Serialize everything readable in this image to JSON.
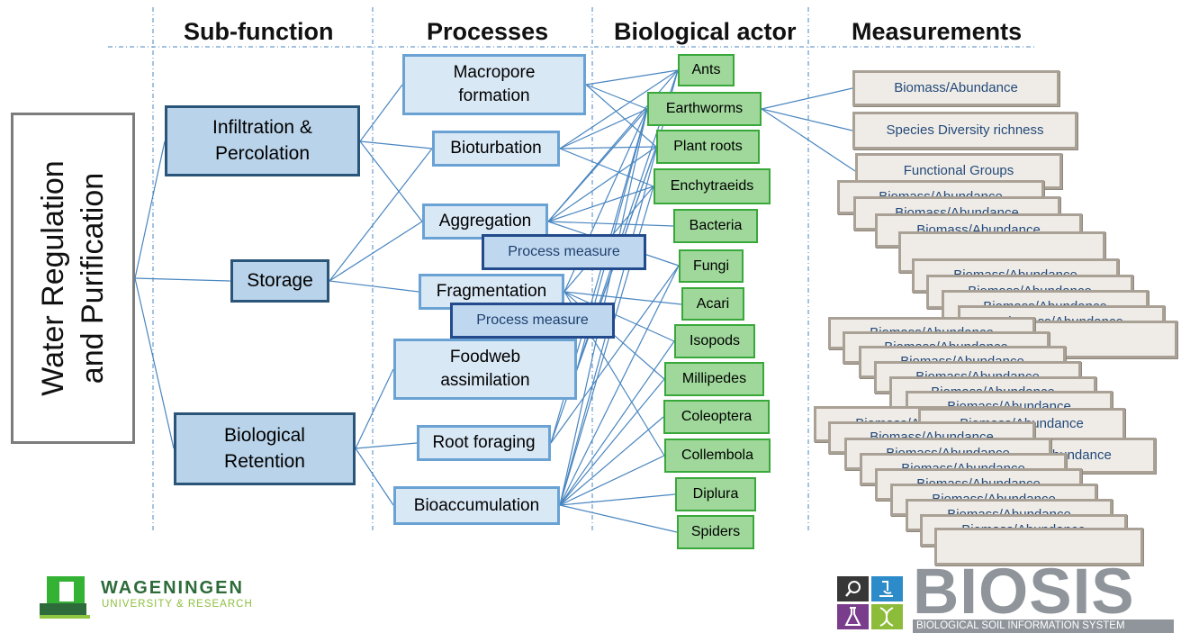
{
  "root_function": {
    "line1": "Water Regulation",
    "line2": "and Purification"
  },
  "headers": {
    "subfunction": "Sub-function",
    "processes": "Processes",
    "actor": "Biological actor",
    "measurements": "Measurements"
  },
  "subfunctions": [
    {
      "line1": "Infiltration &",
      "line2": "Percolation"
    },
    {
      "line1": "Storage",
      "line2": ""
    },
    {
      "line1": "Biological",
      "line2": "Retention"
    }
  ],
  "processes": [
    {
      "line1": "Macropore",
      "line2": "formation"
    },
    {
      "line1": "Bioturbation",
      "line2": ""
    },
    {
      "line1": "Aggregation",
      "line2": ""
    },
    {
      "line1": "Fragmentation",
      "line2": ""
    },
    {
      "line1": "Foodweb",
      "line2": "assimilation"
    },
    {
      "line1": "Root foraging",
      "line2": ""
    },
    {
      "line1": "Bioaccumulation",
      "line2": ""
    }
  ],
  "process_measures": [
    "Process measure",
    "Process measure"
  ],
  "actors": [
    "Ants",
    "Earthworms",
    "Plant roots",
    "Enchytraeids",
    "Bacteria",
    "Fungi",
    "Acari",
    "Isopods",
    "Millipedes",
    "Coleoptera",
    "Collembola",
    "Diplura",
    "Spiders"
  ],
  "measurements": [
    "Biomass/Abundance",
    "Species Diversity richness",
    "Functional Groups"
  ],
  "stacked_measurements": [
    "Biomass/Abundance",
    "Biomass/Abundance",
    "Biomass/Abundance",
    "",
    "Biomass/Abundance",
    "Biomass/Abundance",
    "Biomass/Abundance",
    "Biomass/Abundance",
    "",
    "Biomass/Abundance",
    "Biomass/Abundance",
    "Biomass/Abundance",
    "Biomass/Abundance",
    "Biomass/Abundance",
    "Biomass/Abundance",
    "Biomass/Abundance",
    "Biomass/Abundance",
    "Biomass/Abundance",
    "Biomass/Abundance",
    "Biomass/Abundance",
    "Biomass/Abundance",
    "Biomass/Abundance",
    "Biomass/Abundance",
    "Biomass/Abundance",
    "Biomass/Abundance",
    ""
  ],
  "logos": {
    "wur_name": "WAGENINGEN",
    "wur_tagline": "UNIVERSITY & RESEARCH",
    "biosis_name": "BIOSIS",
    "biosis_tagline": "BIOLOGICAL SOIL INFORMATION SYSTEM"
  },
  "colors": {
    "subfunction_fill": "#b9d3ea",
    "subfunction_border": "#2a5578",
    "process_fill": "#d9e8f5",
    "process_border": "#6aa2d4",
    "actor_fill": "#9fd89a",
    "actor_border": "#39a83a",
    "measurement_fill": "#efece7",
    "measurement_border": "#aaa196",
    "connector": "#4a86c0",
    "wur_green": "#2e6b3a",
    "biosis_grey": "#8f959b"
  }
}
